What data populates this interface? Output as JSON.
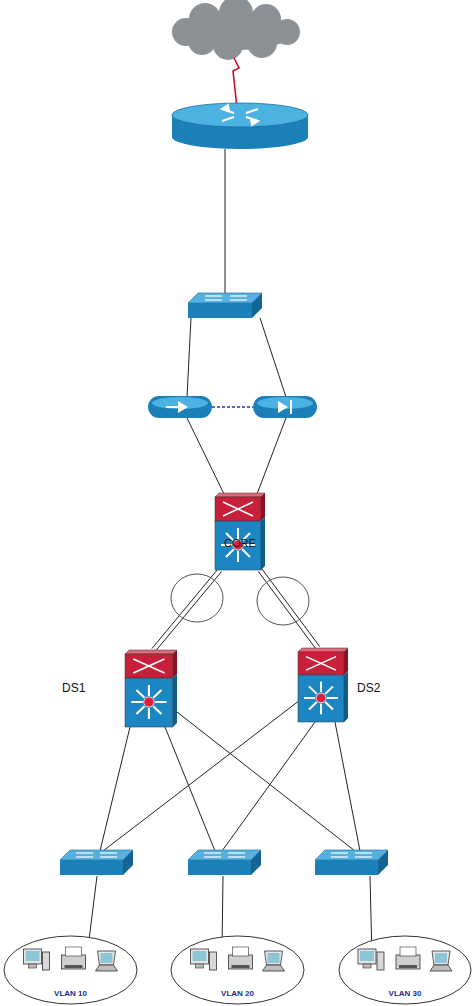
{
  "diagram": {
    "nodes": [
      {
        "text": [
          "CORE"
        ]
      },
      {
        "text": [
          "DS1"
        ]
      },
      {
        "text": [
          "DS2"
        ]
      },
      {
        "text": [
          "VLAN 10"
        ]
      },
      {
        "text": [
          "VLAN 20"
        ]
      },
      {
        "text": [
          "VLAN 30"
        ]
      }
    ],
    "edges": [
      {
        "from": 0,
        "to": 1,
        "arrow": "none"
      },
      {
        "from": 0,
        "to": 2,
        "arrow": "none"
      }
    ]
  }
}
